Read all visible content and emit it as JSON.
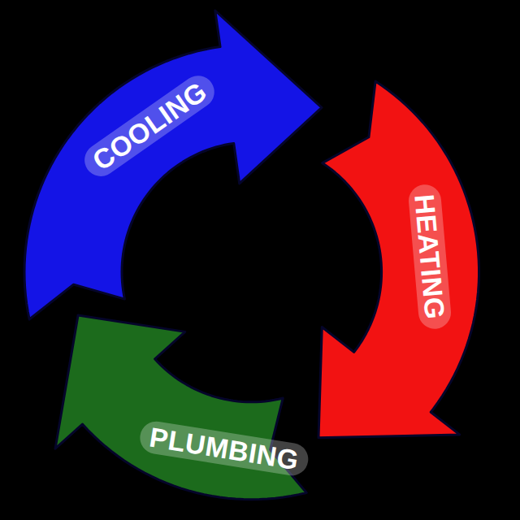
{
  "diagram": {
    "nodes": [
      {
        "text": [
          "COOLING"
        ]
      },
      {
        "text": [
          "HEATING"
        ]
      },
      {
        "text": [
          "PLUMBING"
        ]
      }
    ]
  }
}
